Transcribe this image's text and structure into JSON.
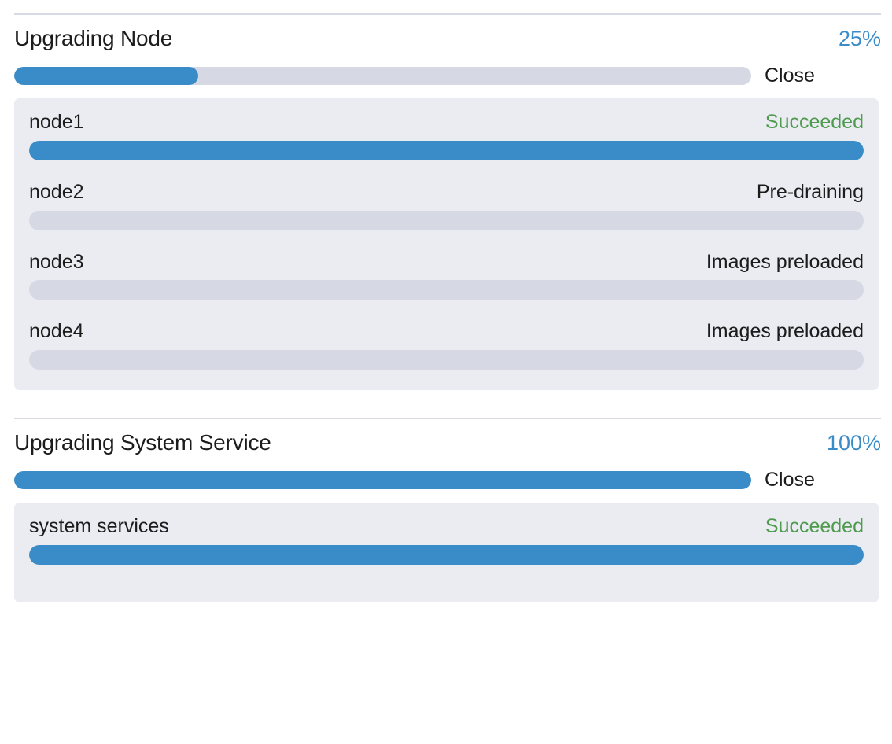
{
  "accent_color": "#3a8cc8",
  "success_color": "#4e9a4e",
  "track_color": "#d6d8e3",
  "panel_color": "#eaecf1",
  "sections": [
    {
      "title": "Upgrading Node",
      "percent_label": "25%",
      "percent_value": 25,
      "close_label": "Close",
      "items": [
        {
          "name": "node1",
          "status": "Succeeded",
          "status_kind": "success",
          "progress": 100
        },
        {
          "name": "node2",
          "status": "Pre-draining",
          "status_kind": "normal",
          "progress": 0
        },
        {
          "name": "node3",
          "status": "Images preloaded",
          "status_kind": "normal",
          "progress": 0
        },
        {
          "name": "node4",
          "status": "Images preloaded",
          "status_kind": "normal",
          "progress": 0
        }
      ]
    },
    {
      "title": "Upgrading System Service",
      "percent_label": "100%",
      "percent_value": 100,
      "close_label": "Close",
      "items": [
        {
          "name": "system services",
          "status": "Succeeded",
          "status_kind": "success",
          "progress": 100
        }
      ]
    }
  ]
}
